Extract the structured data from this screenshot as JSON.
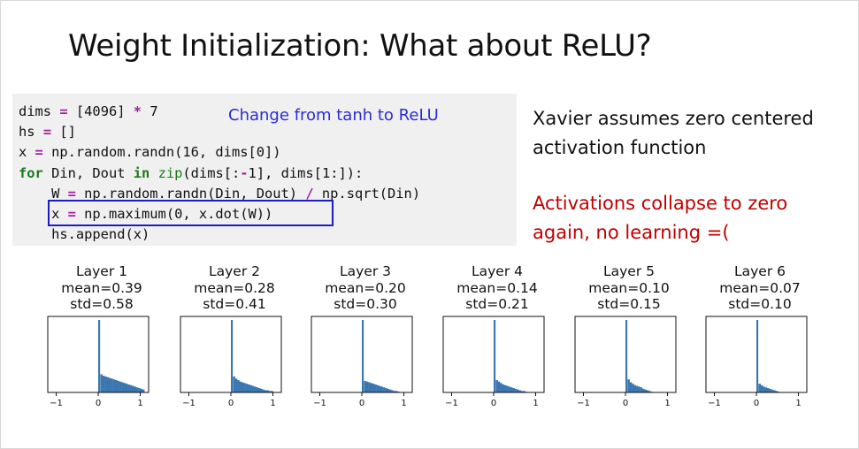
{
  "slide": {
    "title": "Weight Initialization: What about ReLU?",
    "code_lines": [
      [
        {
          "t": "dims "
        },
        {
          "t": "=",
          "c": "op"
        },
        {
          "t": " [4096] "
        },
        {
          "t": "*",
          "c": "op"
        },
        {
          "t": " 7"
        }
      ],
      [
        {
          "t": "hs "
        },
        {
          "t": "=",
          "c": "op"
        },
        {
          "t": " []"
        }
      ],
      [
        {
          "t": "x "
        },
        {
          "t": "=",
          "c": "op"
        },
        {
          "t": " np.random.randn(16, dims[0])"
        }
      ],
      [
        {
          "t": "for",
          "c": "kw"
        },
        {
          "t": " Din, Dout "
        },
        {
          "t": "in",
          "c": "kw"
        },
        {
          "t": " "
        },
        {
          "t": "zip",
          "c": "num"
        },
        {
          "t": "(dims[:"
        },
        {
          "t": "-",
          "c": "op"
        },
        {
          "t": "1], dims[1:]):"
        }
      ],
      [
        {
          "t": "    W "
        },
        {
          "t": "=",
          "c": "op"
        },
        {
          "t": " np.random.randn(Din, Dout) "
        },
        {
          "t": "/",
          "c": "op"
        },
        {
          "t": " np.sqrt(Din)"
        }
      ],
      [
        {
          "t": "    x "
        },
        {
          "t": "=",
          "c": "op"
        },
        {
          "t": " np.maximum(0, x.dot(W))"
        }
      ],
      [
        {
          "t": "    hs.append(x)"
        }
      ]
    ],
    "code_note": "Change from tanh to ReLU",
    "note_black": "Xavier assumes zero centered activation function",
    "note_red": "Activations collapse to zero again, no learning =("
  },
  "chart_data": [
    {
      "type": "bar",
      "title": "Layer 1",
      "mean_label": "mean=0.39",
      "std_label": "std=0.58",
      "xlim": [
        -1.2,
        1.2
      ],
      "xticks": [
        "−1",
        "0",
        "1"
      ],
      "spike": 1.0,
      "values": [
        0.25,
        0.23,
        0.22,
        0.21,
        0.2,
        0.19,
        0.18,
        0.17,
        0.16,
        0.15,
        0.14,
        0.13,
        0.12,
        0.11,
        0.1,
        0.09,
        0.08,
        0.07,
        0.06,
        0.05,
        0.04
      ]
    },
    {
      "type": "bar",
      "title": "Layer 2",
      "mean_label": "mean=0.28",
      "std_label": "std=0.41",
      "xlim": [
        -1.2,
        1.2
      ],
      "xticks": [
        "−1",
        "0",
        "1"
      ],
      "spike": 1.0,
      "values": [
        0.22,
        0.19,
        0.17,
        0.15,
        0.14,
        0.13,
        0.12,
        0.11,
        0.1,
        0.09,
        0.08,
        0.07,
        0.06,
        0.05,
        0.04,
        0.03,
        0.03,
        0.02,
        0.02
      ]
    },
    {
      "type": "bar",
      "title": "Layer 3",
      "mean_label": "mean=0.20",
      "std_label": "std=0.30",
      "xlim": [
        -1.2,
        1.2
      ],
      "xticks": [
        "−1",
        "0",
        "1"
      ],
      "spike": 1.0,
      "values": [
        0.16,
        0.15,
        0.14,
        0.13,
        0.12,
        0.11,
        0.1,
        0.09,
        0.08,
        0.07,
        0.06,
        0.05,
        0.04,
        0.03,
        0.02,
        0.02,
        0.01
      ]
    },
    {
      "type": "bar",
      "title": "Layer 4",
      "mean_label": "mean=0.14",
      "std_label": "std=0.21",
      "xlim": [
        -1.2,
        1.2
      ],
      "xticks": [
        "−1",
        "0",
        "1"
      ],
      "spike": 1.0,
      "values": [
        0.17,
        0.15,
        0.13,
        0.11,
        0.1,
        0.09,
        0.08,
        0.07,
        0.06,
        0.05,
        0.04,
        0.03,
        0.02,
        0.02,
        0.01
      ]
    },
    {
      "type": "bar",
      "title": "Layer 5",
      "mean_label": "mean=0.10",
      "std_label": "std=0.15",
      "xlim": [
        -1.2,
        1.2
      ],
      "xticks": [
        "−1",
        "0",
        "1"
      ],
      "spike": 1.0,
      "values": [
        0.18,
        0.14,
        0.12,
        0.1,
        0.09,
        0.08,
        0.07,
        0.05,
        0.04,
        0.03,
        0.02,
        0.01
      ]
    },
    {
      "type": "bar",
      "title": "Layer 6",
      "mean_label": "mean=0.07",
      "std_label": "std=0.10",
      "xlim": [
        -1.2,
        1.2
      ],
      "xticks": [
        "−1",
        "0",
        "1"
      ],
      "spike": 1.0,
      "values": [
        0.12,
        0.1,
        0.08,
        0.07,
        0.06,
        0.05,
        0.04,
        0.03,
        0.02,
        0.01
      ]
    }
  ],
  "colors": {
    "bar": "#3a76af",
    "code_bg": "#f0f0f0",
    "highlight_box": "#1c1cc7",
    "note_red": "#c00000",
    "note_blue": "#2b2bd6"
  }
}
